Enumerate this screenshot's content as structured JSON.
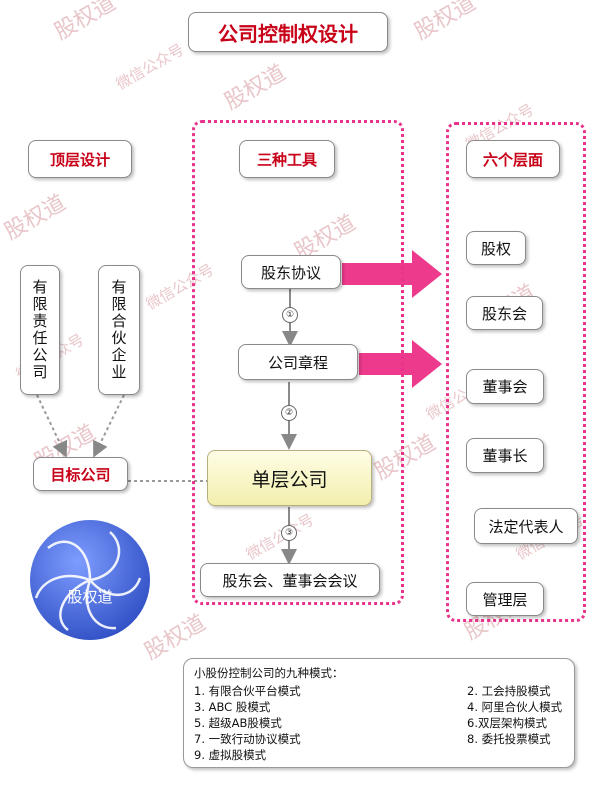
{
  "title": "公司控制权设计",
  "columns": {
    "top_design": "顶层设计",
    "three_tools": "三种工具",
    "six_levels": "六个层面"
  },
  "left": {
    "llc": "有限责任公司",
    "lp": "有限合伙企业",
    "target": "目标公司"
  },
  "tools": {
    "shareholder_agreement": "股东协议",
    "articles": "公司章程",
    "single_company": "单层公司",
    "meetings": "股东会、董事会会议",
    "steps": [
      "①",
      "②",
      "③"
    ]
  },
  "levels": [
    "股权",
    "股东会",
    "董事会",
    "董事长",
    "法定代表人",
    "管理层"
  ],
  "logo_text": "股权道",
  "watermark": {
    "brand": "股权道",
    "tagline": "微信公众号"
  },
  "note": {
    "heading": "小股份控制公司的九种模式：",
    "items": [
      "1. 有限合伙平台模式",
      "2. 工会持股模式",
      "3. ABC 股模式",
      "4. 阿里合伙人模式",
      "5. 超级AB股模式",
      "6.双层架构模式",
      "7. 一致行动协议模式",
      "8. 委托投票模式",
      "9. 虚拟股模式"
    ]
  },
  "colors": {
    "accent_red": "#c80018",
    "pink_arrow": "#ee3a8c",
    "dotted_frame": "#e8338c",
    "logo_blue": "#4a6ee0"
  }
}
